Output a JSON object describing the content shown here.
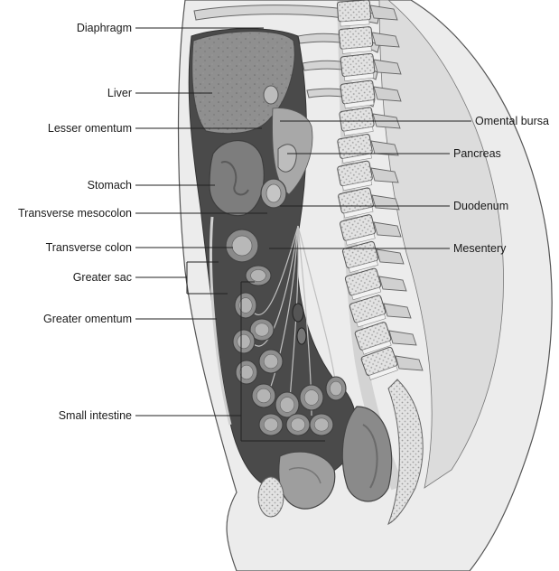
{
  "diagram": {
    "labels_left": {
      "diaphragm": "Diaphragm",
      "liver": "Liver",
      "lesser_omentum": "Lesser omentum",
      "stomach": "Stomach",
      "transverse_mesocolon": "Transverse mesocolon",
      "transverse_colon": "Transverse colon",
      "greater_sac": "Greater sac",
      "greater_omentum": "Greater omentum",
      "small_intestine": "Small intestine"
    },
    "labels_right": {
      "omental_bursa": "Omental bursa",
      "pancreas": "Pancreas",
      "duodenum": "Duodenum",
      "mesentery": "Mesentery"
    },
    "colors": {
      "background": "#ffffff",
      "body_outline": "#555555",
      "skin": "#e6e6e6",
      "cavity_dark": "#4a4a4a",
      "organ_mid": "#9a9a9a",
      "organ_light": "#c8c8c8",
      "bone": "#d8d8d8",
      "text": "#1a1a1a"
    }
  }
}
